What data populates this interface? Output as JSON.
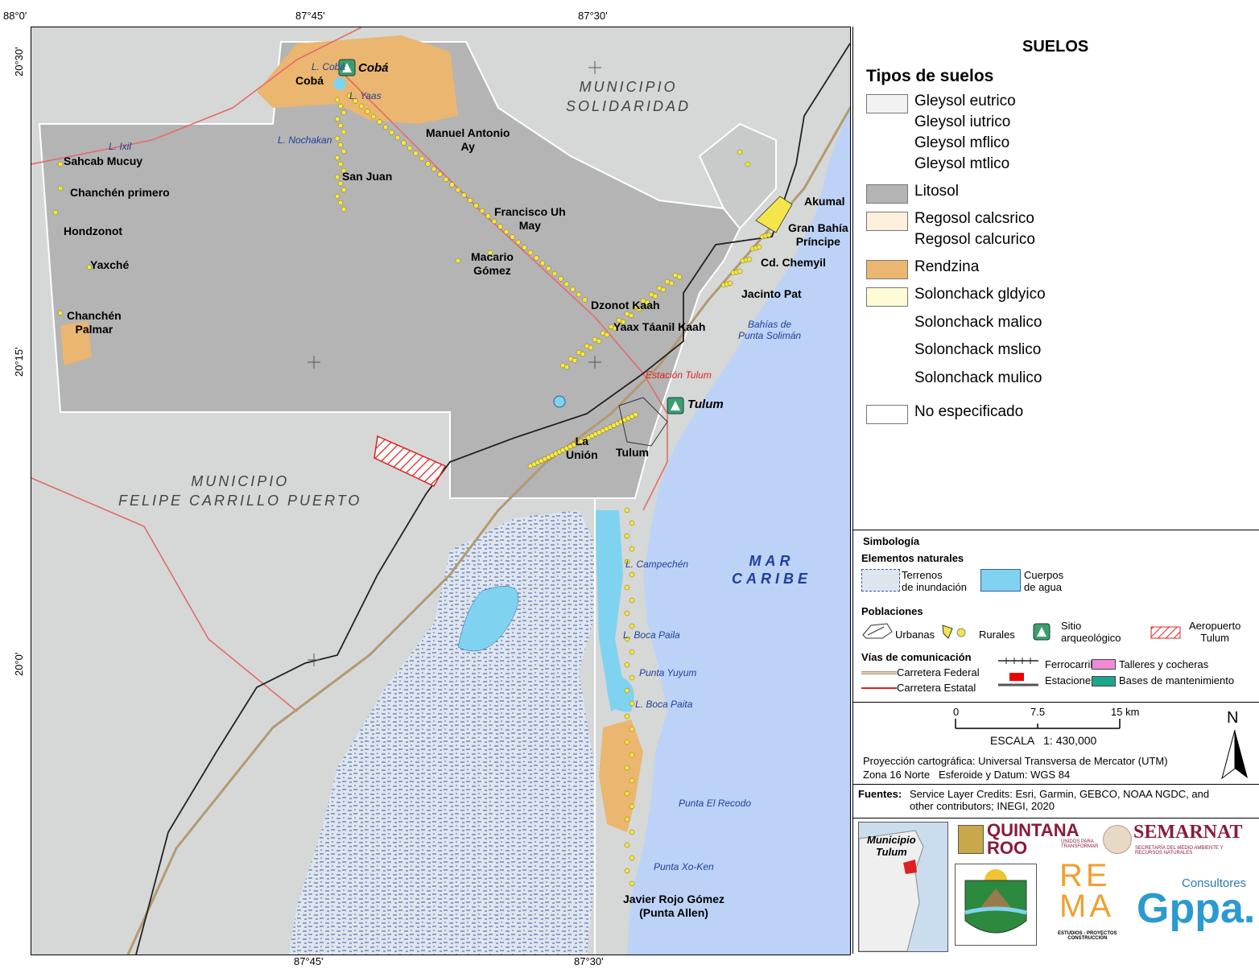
{
  "coords": {
    "top": [
      "88°0'",
      "87°45'",
      "87°30'"
    ],
    "bottom": [
      "87°45'",
      "87°30'"
    ],
    "left": [
      "20°30'",
      "20°15'",
      "20°0'"
    ]
  },
  "places": {
    "coba_lake": "L. Cobá",
    "coba_town": "Cobá",
    "coba_site": "Cobá",
    "l_yaas": "L. Yaas",
    "l_nochakan": "L. Nochakan",
    "l_ixil": "L. Ixil",
    "sahcab": "Sahcab Mucuy",
    "chanchen1": "Chanchén primero",
    "hondzonot": "Hondzonot",
    "yaxche": "Yaxché",
    "chanchen_palmar": "Chanchén\nPalmar",
    "san_juan": "San Juan",
    "manuel": "Manuel Antonio\nAy",
    "francisco": "Francisco Uh\nMay",
    "macario": "Macario\nGómez",
    "dzonot": "Dzonot Kaah",
    "yaax": "Yaax Táanil Kaah",
    "akumal": "Akumal",
    "gran_bahia": "Gran Bahía\nPríncipe",
    "chemyil": "Cd. Chemyil",
    "jacinto": "Jacinto Pat",
    "bahias": "Bahías de\nPunta Solimán",
    "estacion": "Estación Tulum",
    "tulum_site": "Tulum",
    "la_union": "La\nUnión",
    "tulum_town": "Tulum",
    "campechen": "L. Campechén",
    "boca_paila": "L. Boca Paila",
    "yuyum": "Punta Yuyum",
    "boca_paita": "L. Boca Paita",
    "recodo": "Punta El Recodo",
    "xoken": "Punta Xo-Ken",
    "javier": "Javier Rojo Gómez\n(Punta Allen)",
    "mun_solidaridad": "MUNICIPIO\nSOLIDARIDAD",
    "mun_fcp": "MUNICIPIO\nFELIPE CARRILLO PUERTO",
    "mar_caribe": "MAR\nCARIBE"
  },
  "legend": {
    "title": "SUELOS",
    "subtitle": "Tipos de suelos",
    "soils": [
      {
        "labels": [
          "Gleysol eutrico",
          "Gleysol iutrico",
          "Gleysol mflico",
          "Gleysol mtlico"
        ],
        "color": "#f2f2f2"
      },
      {
        "labels": [
          "Litosol"
        ],
        "color": "#b4b4b4"
      },
      {
        "labels": [
          "Regosol calcsrico",
          "Regosol calcurico"
        ],
        "color": "#fdf0dc"
      },
      {
        "labels": [
          "Rendzina"
        ],
        "color": "#ebb66f"
      },
      {
        "labels": [
          "Solonchack gldyico",
          "Solonchack malico",
          "Solonchack mslico",
          "Solonchack mulico"
        ],
        "color": "#fefbd7"
      },
      {
        "labels": [
          "No especificado"
        ],
        "color": "#ffffff"
      }
    ],
    "symbology": {
      "title": "Simbología",
      "natural": "Elementos naturales",
      "flood": "Terrenos\nde inundación",
      "water": "Cuerpos\nde agua",
      "populations": "Poblaciones",
      "urban": "Urbanas",
      "rural": "Rurales",
      "site": "Sitio\narqueológico",
      "airport": "Aeropuerto\nTulum",
      "roads": "Vías de comunicación",
      "federal": "Carretera Federal",
      "state": "Carretera Estatal",
      "rail": "Ferrocarril",
      "stations": "Estaciones",
      "workshops": "Talleres y cocheras",
      "bases": "Bases de mantenimiento"
    },
    "scale": {
      "ticks": [
        "0",
        "7.5",
        "15 km"
      ],
      "label": "ESCALA   1: 430,000",
      "projection": "Proyección cartográfica: Universal Transversa de Mercator (UTM)",
      "zone": "Zona 16 Norte   Esferoide y Datum: WGS 84",
      "north": "N"
    },
    "sources": {
      "label": "Fuentes:",
      "text": "Service Layer Credits: Esri, Garmin, GEBCO, NOAA NGDC, and\nother contributors; INEGI, 2020"
    },
    "inset": "Municipio\nTulum",
    "logos": {
      "qroo": "QUINTANA\nROO",
      "qroo_tag": "UNIDOS PARA\nTRANSFORMAR",
      "semarnat": "SEMARNAT",
      "semarnat_tag": "SECRETARÍA DEL MEDIO AMBIENTE Y\nRECURSOS NATURALES",
      "rema": "RE\nMA",
      "rema_tag": "ESTUDIOS - PROYECTOS\nCONSTRUCCIÓN",
      "gppa_small": "Consultores",
      "gppa": "Gppa."
    }
  },
  "colors": {
    "litosol": "#b4b4b4",
    "rendzina": "#ebb66f",
    "water": "#7fd3f0",
    "sea": "#bcd3f7",
    "state_road": "#e36b6b",
    "rail": "#222222",
    "airport": "#e02020",
    "rural": "#f4e64a"
  }
}
